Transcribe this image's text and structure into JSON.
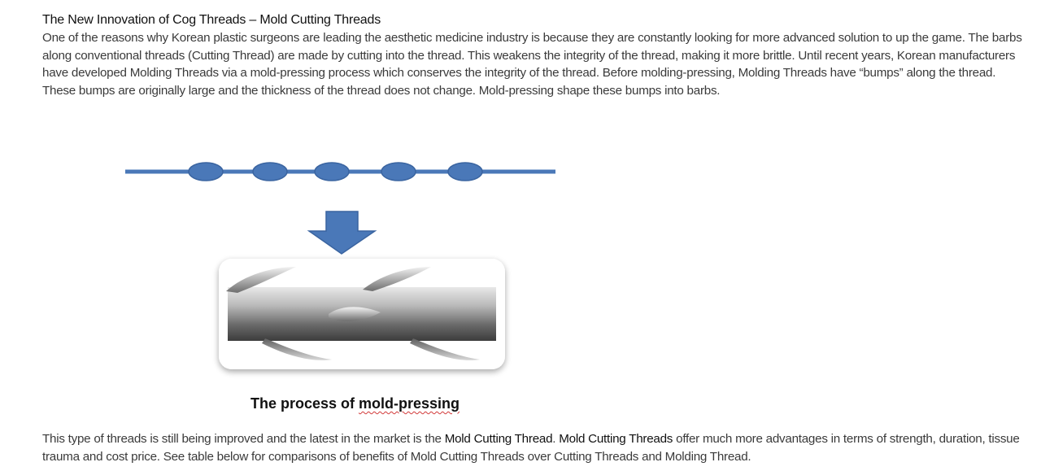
{
  "article": {
    "heading": "The New Innovation of Cog Threads – Mold Cutting Threads",
    "intro": "One of the reasons why Korean plastic surgeons are leading the aesthetic medicine industry is because they are constantly looking for more advanced solution to up the game. The barbs along conventional threads (Cutting Thread) are made by cutting into the thread. This weakens the integrity of the thread, making it more brittle. Until recent years, Korean manufacturers have developed Molding Threads via a mold-pressing process which conserves the integrity of the thread.  Before molding-pressing, Molding Threads have “bumps” along the thread. These bumps are originally large and the thickness of the thread does not change. Mold-pressing shape these bumps into barbs."
  },
  "figure": {
    "caption_prefix": "The process of ",
    "caption_word": "mold-pressing",
    "thread_color": "#4a78b8",
    "arrow_color": "#4a78b8",
    "bump_count": 5
  },
  "closing": {
    "part1": "This type of threads is still being improved and the latest in the market is the ",
    "highlight1": "Mold Cutting Thread",
    "part2": ". ",
    "highlight2": "Mold Cutting Threads",
    "part3": " offer much more advantages in terms of strength, duration, tissue trauma and cost price. See table below for comparisons of benefits of Mold Cutting Threads over Cutting Threads and Molding Thread."
  }
}
